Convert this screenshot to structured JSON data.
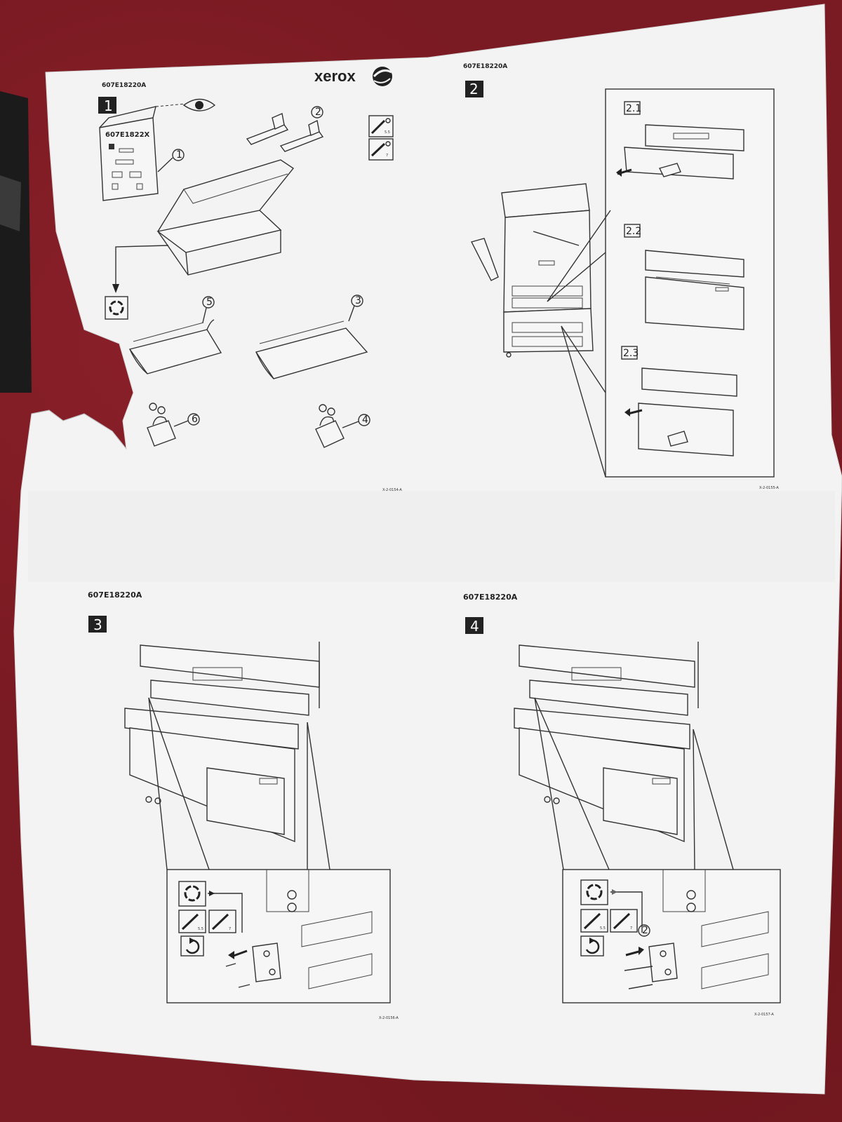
{
  "document": {
    "brand": "xerox",
    "part_number": "607E18220A",
    "kit_label": "607E1822X",
    "steps": [
      {
        "number": "1",
        "part_callouts": [
          "1",
          "2",
          "5",
          "3",
          "6",
          "4"
        ],
        "tool_sizes": [
          "5.5",
          "7"
        ],
        "figure_code": "X-2-0154-A"
      },
      {
        "number": "2",
        "substeps": [
          "2.1",
          "2.2",
          "2.3"
        ],
        "figure_code": "X-2-0155-A"
      },
      {
        "number": "3",
        "tool_sizes": [
          "5.5",
          "7"
        ],
        "figure_code": "X-2-0156-A"
      },
      {
        "number": "4",
        "tool_sizes": [
          "5.5",
          "7"
        ],
        "part_callouts": [
          "2"
        ],
        "figure_code": "X-2-0157-A"
      }
    ]
  }
}
